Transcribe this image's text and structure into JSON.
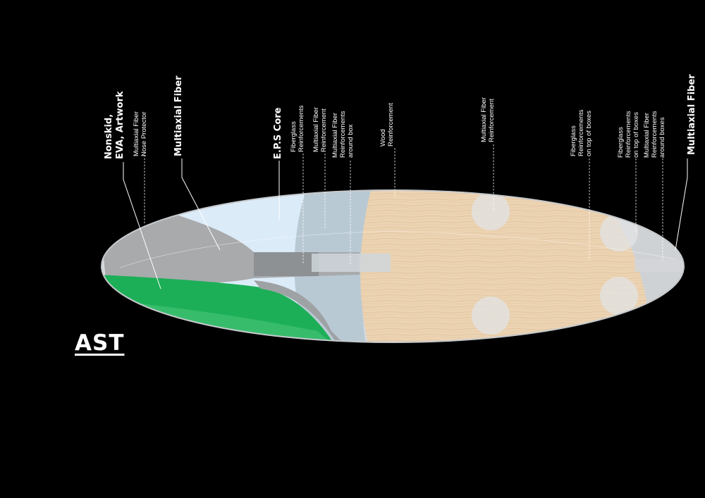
{
  "brand": "AST",
  "labels": [
    {
      "id": "nonskid",
      "style": "bold",
      "lines": [
        "Nonskid,",
        "EVA, Artwork"
      ]
    },
    {
      "id": "nose-protector",
      "style": "thin",
      "lines": [
        "Multiaxial Fiber",
        "Nose Protector"
      ]
    },
    {
      "id": "multiaxial-left",
      "style": "bold",
      "lines": [
        "Multiaxial Fiber"
      ]
    },
    {
      "id": "eps-core",
      "style": "bold",
      "lines": [
        "E.P.S Core"
      ]
    },
    {
      "id": "fiberglass-1",
      "style": "thin",
      "lines": [
        "Fiberglass",
        "Reinforcements"
      ]
    },
    {
      "id": "multiaxial-reinf-1",
      "style": "thin",
      "lines": [
        "Multiaxial Fiber",
        "Reinforcement"
      ]
    },
    {
      "id": "multiaxial-box",
      "style": "thin",
      "lines": [
        "Multiaxial Fiber",
        "Reinforcements",
        "around box"
      ]
    },
    {
      "id": "wood",
      "style": "thin",
      "lines": [
        "Wood",
        "Reinforcement"
      ]
    },
    {
      "id": "multiaxial-reinf-2",
      "style": "thin",
      "lines": [
        "Multiaxial Fiber",
        "Reinforcement"
      ]
    },
    {
      "id": "fiberglass-boxes",
      "style": "thin",
      "lines": [
        "Fiberglass",
        "Reinforcements",
        "on top of boxes"
      ]
    },
    {
      "id": "fiberglass-boxes-2",
      "style": "thin",
      "lines": [
        "Fiberglass",
        "Reinforcements",
        "on top of boxes"
      ]
    },
    {
      "id": "multiaxial-boxes",
      "style": "thin",
      "lines": [
        "Multiaxial Fiber",
        "Reinforcements",
        "around boxes"
      ]
    },
    {
      "id": "multiaxial-right",
      "style": "bold",
      "lines": [
        "Multiaxial Fiber"
      ]
    }
  ],
  "colors": {
    "background": "#000000",
    "shell": "#d8dadd",
    "eps_core": "#dcebf7",
    "wood": "#ecd2b0",
    "grey_layer": "#a6a8aa",
    "nonskid_green": "#1db35a",
    "reinforcement_blue": "#b6c8d4"
  }
}
